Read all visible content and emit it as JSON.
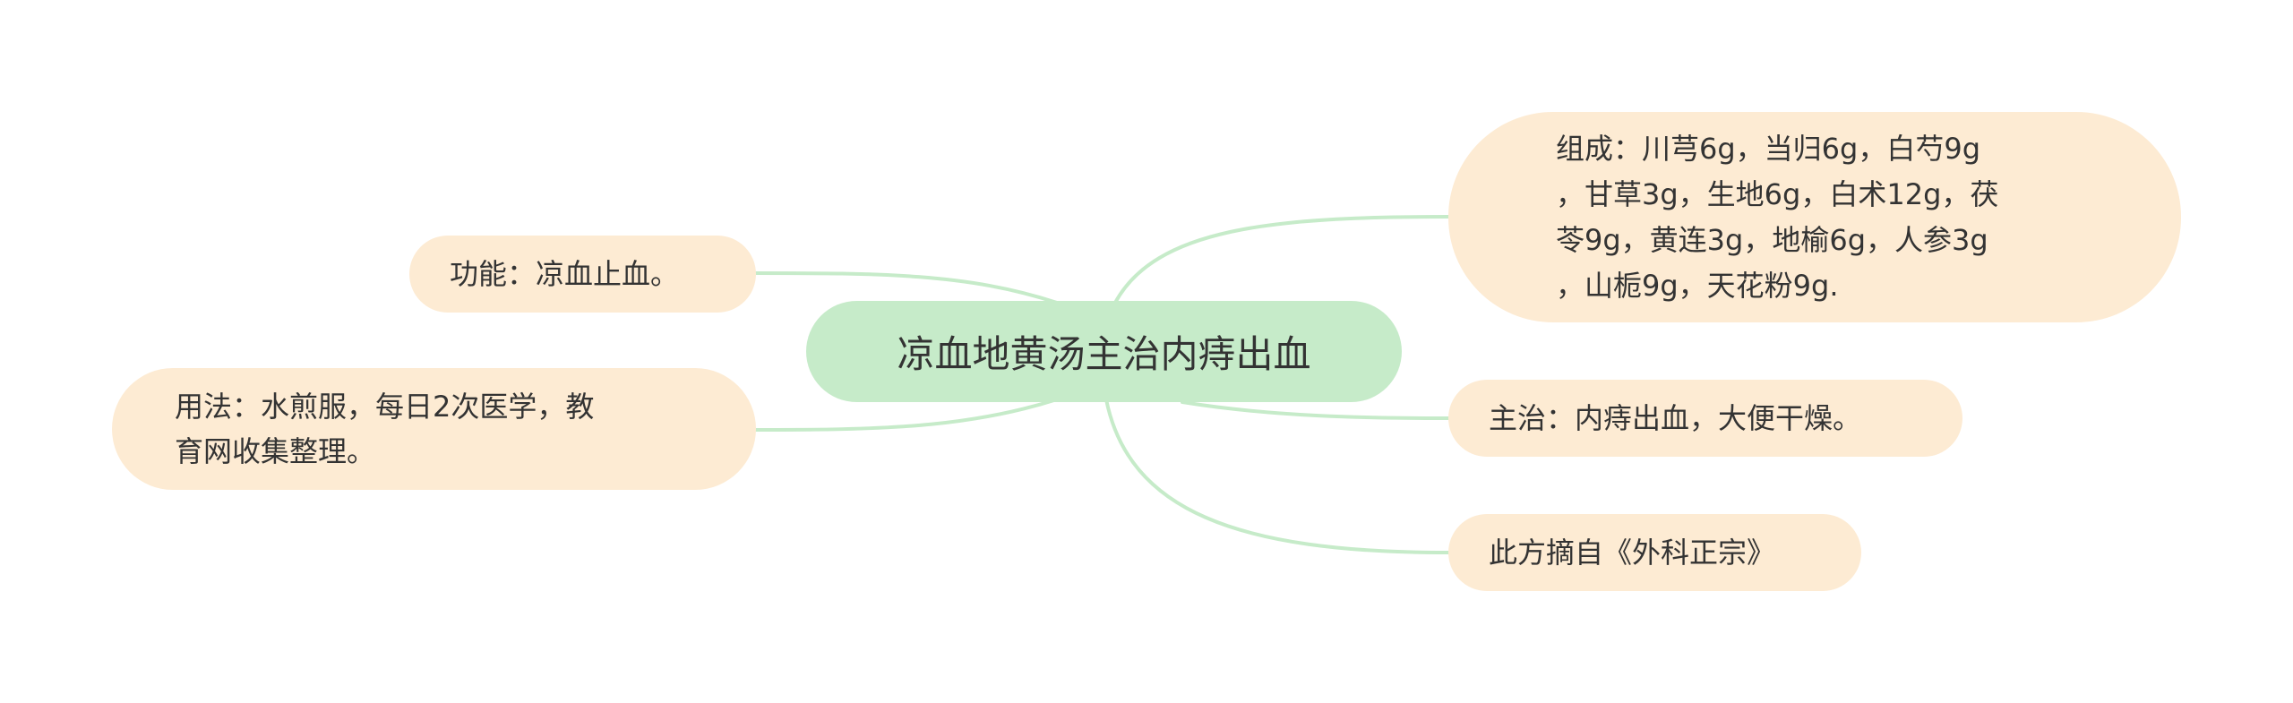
{
  "root": {
    "label": "凉血地黄汤主治内痔出血"
  },
  "left": {
    "function": "功能：凉血止血。",
    "usage": "用法：水煎服，每日2次医学，教\n育网收集整理。"
  },
  "right": {
    "composition": "组成：川芎6g，当归6g，白芍9g\n，甘草3g，生地6g，白术12g，茯\n苓9g，黄连3g，地榆6g，人参3g\n，山栀9g，天花粉9g.",
    "indication": "主治：内痔出血，大便干燥。",
    "source": "此方摘自《外科正宗》"
  },
  "colors": {
    "root_fill": "#c6ebc9",
    "leaf_fill": "#fdebd3",
    "connector": "#c6ebc9",
    "text": "#333333"
  }
}
